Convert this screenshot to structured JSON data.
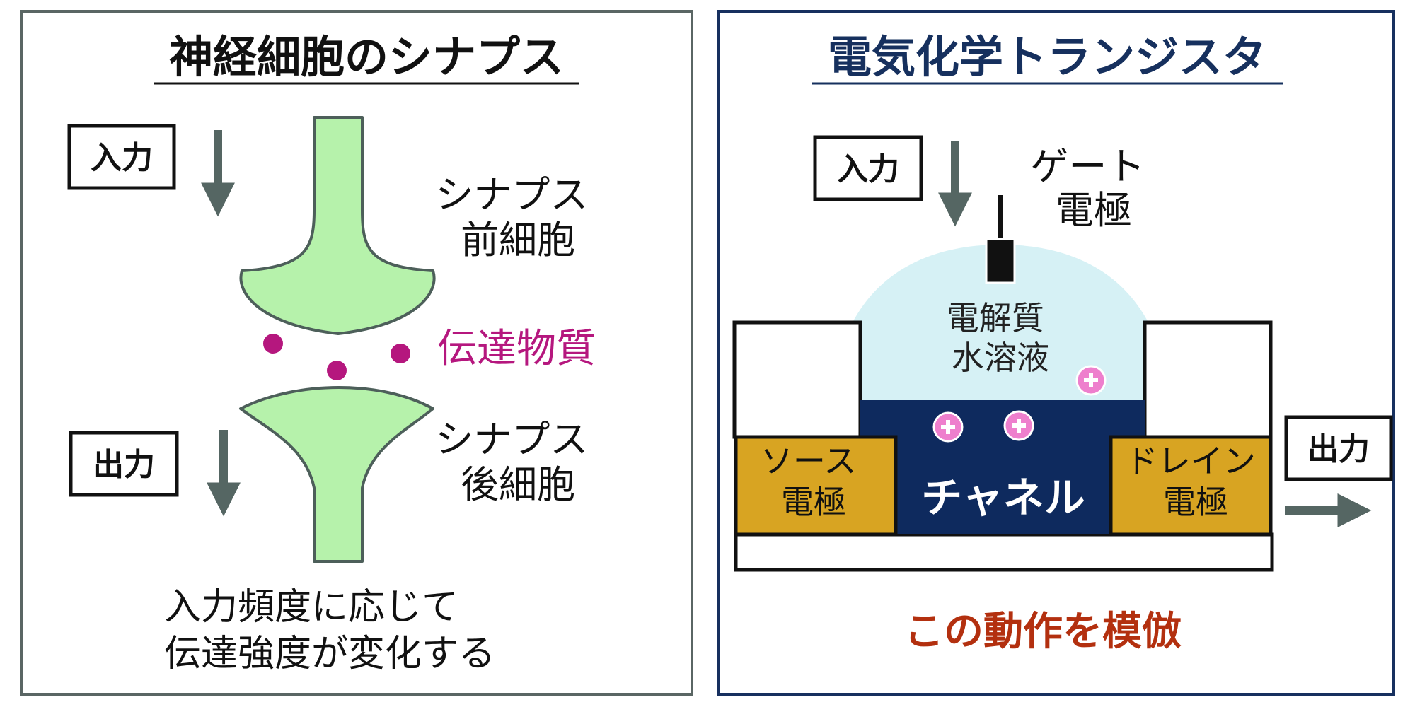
{
  "left_panel": {
    "title": "神経細胞のシナプス",
    "input_label": "入力",
    "output_label": "出力",
    "pre_label": [
      "シナプス",
      "前細胞"
    ],
    "post_label": [
      "シナプス",
      "後細胞"
    ],
    "transmitter_label": "伝達物質",
    "caption": [
      "入力頻度に応じて",
      "伝達強度が変化する"
    ]
  },
  "right_panel": {
    "title": "電気化学トランジスタ",
    "input_label": "入力",
    "output_label": "出力",
    "gate_label": [
      "ゲート",
      "電極"
    ],
    "electrolyte_label": [
      "電解質",
      "水溶液"
    ],
    "source_label": [
      "ソース",
      "電極"
    ],
    "drain_label": [
      "ドレイン",
      "電極"
    ],
    "channel_label": "チャネル",
    "caption": "この動作を模倣"
  },
  "colors": {
    "left_border": "#5a6664",
    "right_border": "#17305f",
    "left_title": "#111111",
    "right_title": "#16305e",
    "arrow": "#556663",
    "cell_fill": "#b6f2ab",
    "cell_stroke": "#4d5f5a",
    "transmitter": "#b5177e",
    "electrolyte": "#d6f1f5",
    "channel": "#0e2a5e",
    "electrode": "#d8a422",
    "gate": "#111111",
    "ion": "#ee7fcd",
    "caption_right": "#b3300f"
  },
  "icons": {
    "ion": "plus-circle-icon",
    "arrow": "arrow-icon"
  }
}
